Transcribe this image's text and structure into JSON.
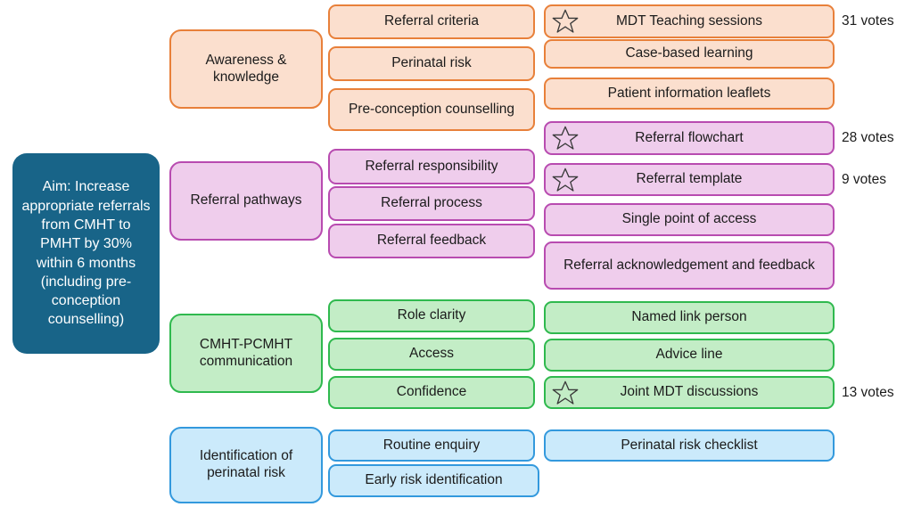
{
  "diagram": {
    "type": "driver-diagram",
    "colors": {
      "aim_fill": "#186488",
      "aim_text": "#ffffff",
      "orange_fill": "#FBDFCE",
      "orange_border": "#E8803A",
      "pink_fill": "#EFCDEC",
      "pink_border": "#B84BB0",
      "green_fill": "#C3EDC6",
      "green_border": "#2FB94E",
      "blue_fill": "#CBEAFB",
      "blue_border": "#3399DD",
      "star_stroke": "#3a3a3a",
      "text": "#1b1b1b",
      "background": "#ffffff"
    },
    "aim": {
      "label": "Aim: Increase appropriate referrals from CMHT to PMHT by 30% within 6 months (including pre-conception counselling)"
    },
    "drivers": [
      {
        "id": "awareness",
        "label": "Awareness & knowledge",
        "color": "orange",
        "secondary": [
          {
            "label": "Referral criteria"
          },
          {
            "label": "Perinatal risk"
          },
          {
            "label": "Pre-conception counselling"
          }
        ],
        "ideas": [
          {
            "label": "MDT Teaching sessions",
            "star": true,
            "votes": "31 votes"
          },
          {
            "label": "Case-based learning",
            "star": false,
            "votes": ""
          },
          {
            "label": "Patient information leaflets",
            "star": false,
            "votes": ""
          }
        ]
      },
      {
        "id": "referral-pathways",
        "label": "Referral pathways",
        "color": "pink",
        "secondary": [
          {
            "label": "Referral responsibility"
          },
          {
            "label": "Referral process"
          },
          {
            "label": "Referral feedback"
          }
        ],
        "ideas": [
          {
            "label": "Referral flowchart",
            "star": true,
            "votes": "28 votes"
          },
          {
            "label": "Referral template",
            "star": true,
            "votes": "9 votes"
          },
          {
            "label": "Single point of access",
            "star": false,
            "votes": ""
          },
          {
            "label": "Referral acknowledgement and feedback",
            "star": false,
            "votes": ""
          }
        ]
      },
      {
        "id": "cmht-pcmht-communication",
        "label": "CMHT-PCMHT communication",
        "color": "green",
        "secondary": [
          {
            "label": "Role clarity"
          },
          {
            "label": "Access"
          },
          {
            "label": "Confidence"
          }
        ],
        "ideas": [
          {
            "label": "Named link person",
            "star": false,
            "votes": ""
          },
          {
            "label": "Advice line",
            "star": false,
            "votes": ""
          },
          {
            "label": "Joint MDT discussions",
            "star": true,
            "votes": "13 votes"
          }
        ]
      },
      {
        "id": "identification-perinatal-risk",
        "label": "Identification of perinatal risk",
        "color": "blue",
        "secondary": [
          {
            "label": "Routine enquiry"
          },
          {
            "label": "Early risk identification"
          }
        ],
        "ideas": [
          {
            "label": "Perinatal risk checklist",
            "star": false,
            "votes": ""
          }
        ]
      }
    ]
  }
}
